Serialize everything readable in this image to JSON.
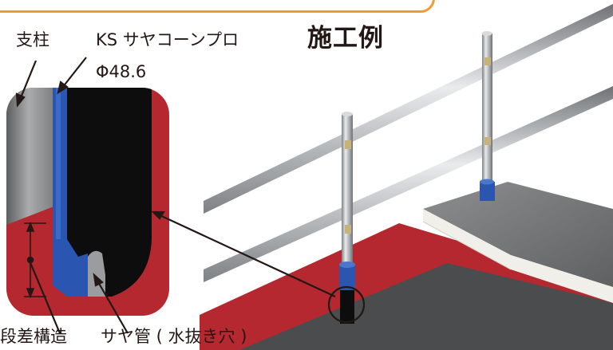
{
  "labels": {
    "post": "支柱",
    "product": "KS サヤコーンプロ",
    "diameter": "Φ48.6",
    "example": "施工例",
    "step_structure": "段差構造",
    "sleeve_pipe": "サヤ管 ( 水抜き穴 )"
  },
  "colors": {
    "banner_border": "#f39a37",
    "concrete_red": "#b5282f",
    "sleeve_blue": "#2a55b0",
    "sleeve_black": "#0d0d0d",
    "slab_gray": "#6e6f71",
    "pipe_silver": "#b8bbbf"
  }
}
